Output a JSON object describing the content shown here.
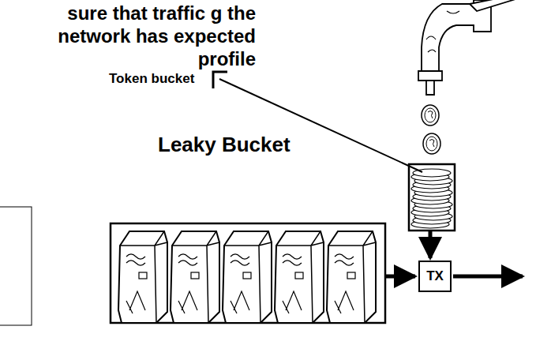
{
  "diagram": {
    "title": "sure that traffic g the network has expected profile",
    "nodes": [
      {
        "text": [
          "TX"
        ]
      }
    ],
    "labels": [
      "Token bucket",
      "Leaky Bucket"
    ]
  }
}
